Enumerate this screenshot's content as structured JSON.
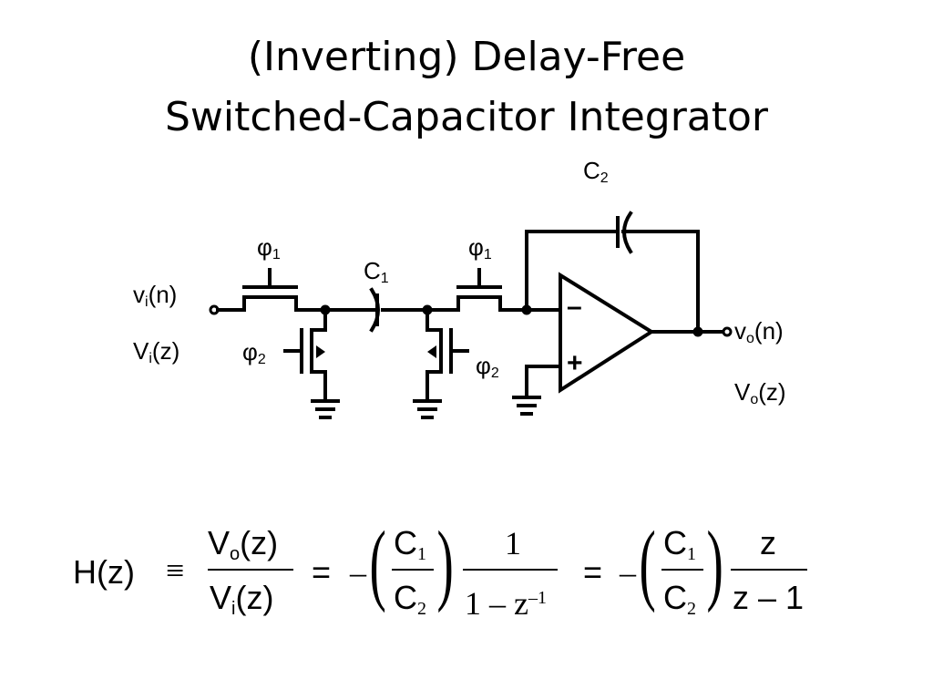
{
  "title": {
    "line1": "(Inverting) Delay-Free",
    "line2": "Switched-Capacitor Integrator"
  },
  "circuit": {
    "input_time": {
      "base": "v",
      "sub": "i",
      "rest": "(n)"
    },
    "input_z": {
      "base": "V",
      "sub": "i",
      "rest": "(z)"
    },
    "output_time": {
      "base": "v",
      "sub": "o",
      "rest": "(n)"
    },
    "output_z": {
      "base": "V",
      "sub": "o",
      "rest": "(z)"
    },
    "c1": {
      "base": "C",
      "sub": "1"
    },
    "c2": {
      "base": "C",
      "sub": "2"
    },
    "phi1_left": {
      "base": "φ",
      "sub": "1"
    },
    "phi1_right": {
      "base": "φ",
      "sub": "1"
    },
    "phi2_left": {
      "base": "φ",
      "sub": "2"
    },
    "phi2_right": {
      "base": "φ",
      "sub": "2"
    },
    "opamp_minus": "–",
    "opamp_plus": "+"
  },
  "equation": {
    "lhs": "H(z)",
    "equiv": "≡",
    "f1_num": {
      "base": "V",
      "sub": "o",
      "rest": "(z)"
    },
    "f1_den": {
      "base": "V",
      "sub": "i",
      "rest": "(z)"
    },
    "eq1": "=",
    "neg1": "–",
    "r1_num": {
      "base": "C",
      "sub": "1"
    },
    "r1_den": {
      "base": "C",
      "sub": "2"
    },
    "f2_num": "1",
    "f2_den": {
      "a": "1 – z",
      "sup": "–1"
    },
    "eq2": "=",
    "neg2": "–",
    "r2_num": {
      "base": "C",
      "sub": "1"
    },
    "r2_den": {
      "base": "C",
      "sub": "2"
    },
    "f3_num": "z",
    "f3_den": "z – 1"
  }
}
